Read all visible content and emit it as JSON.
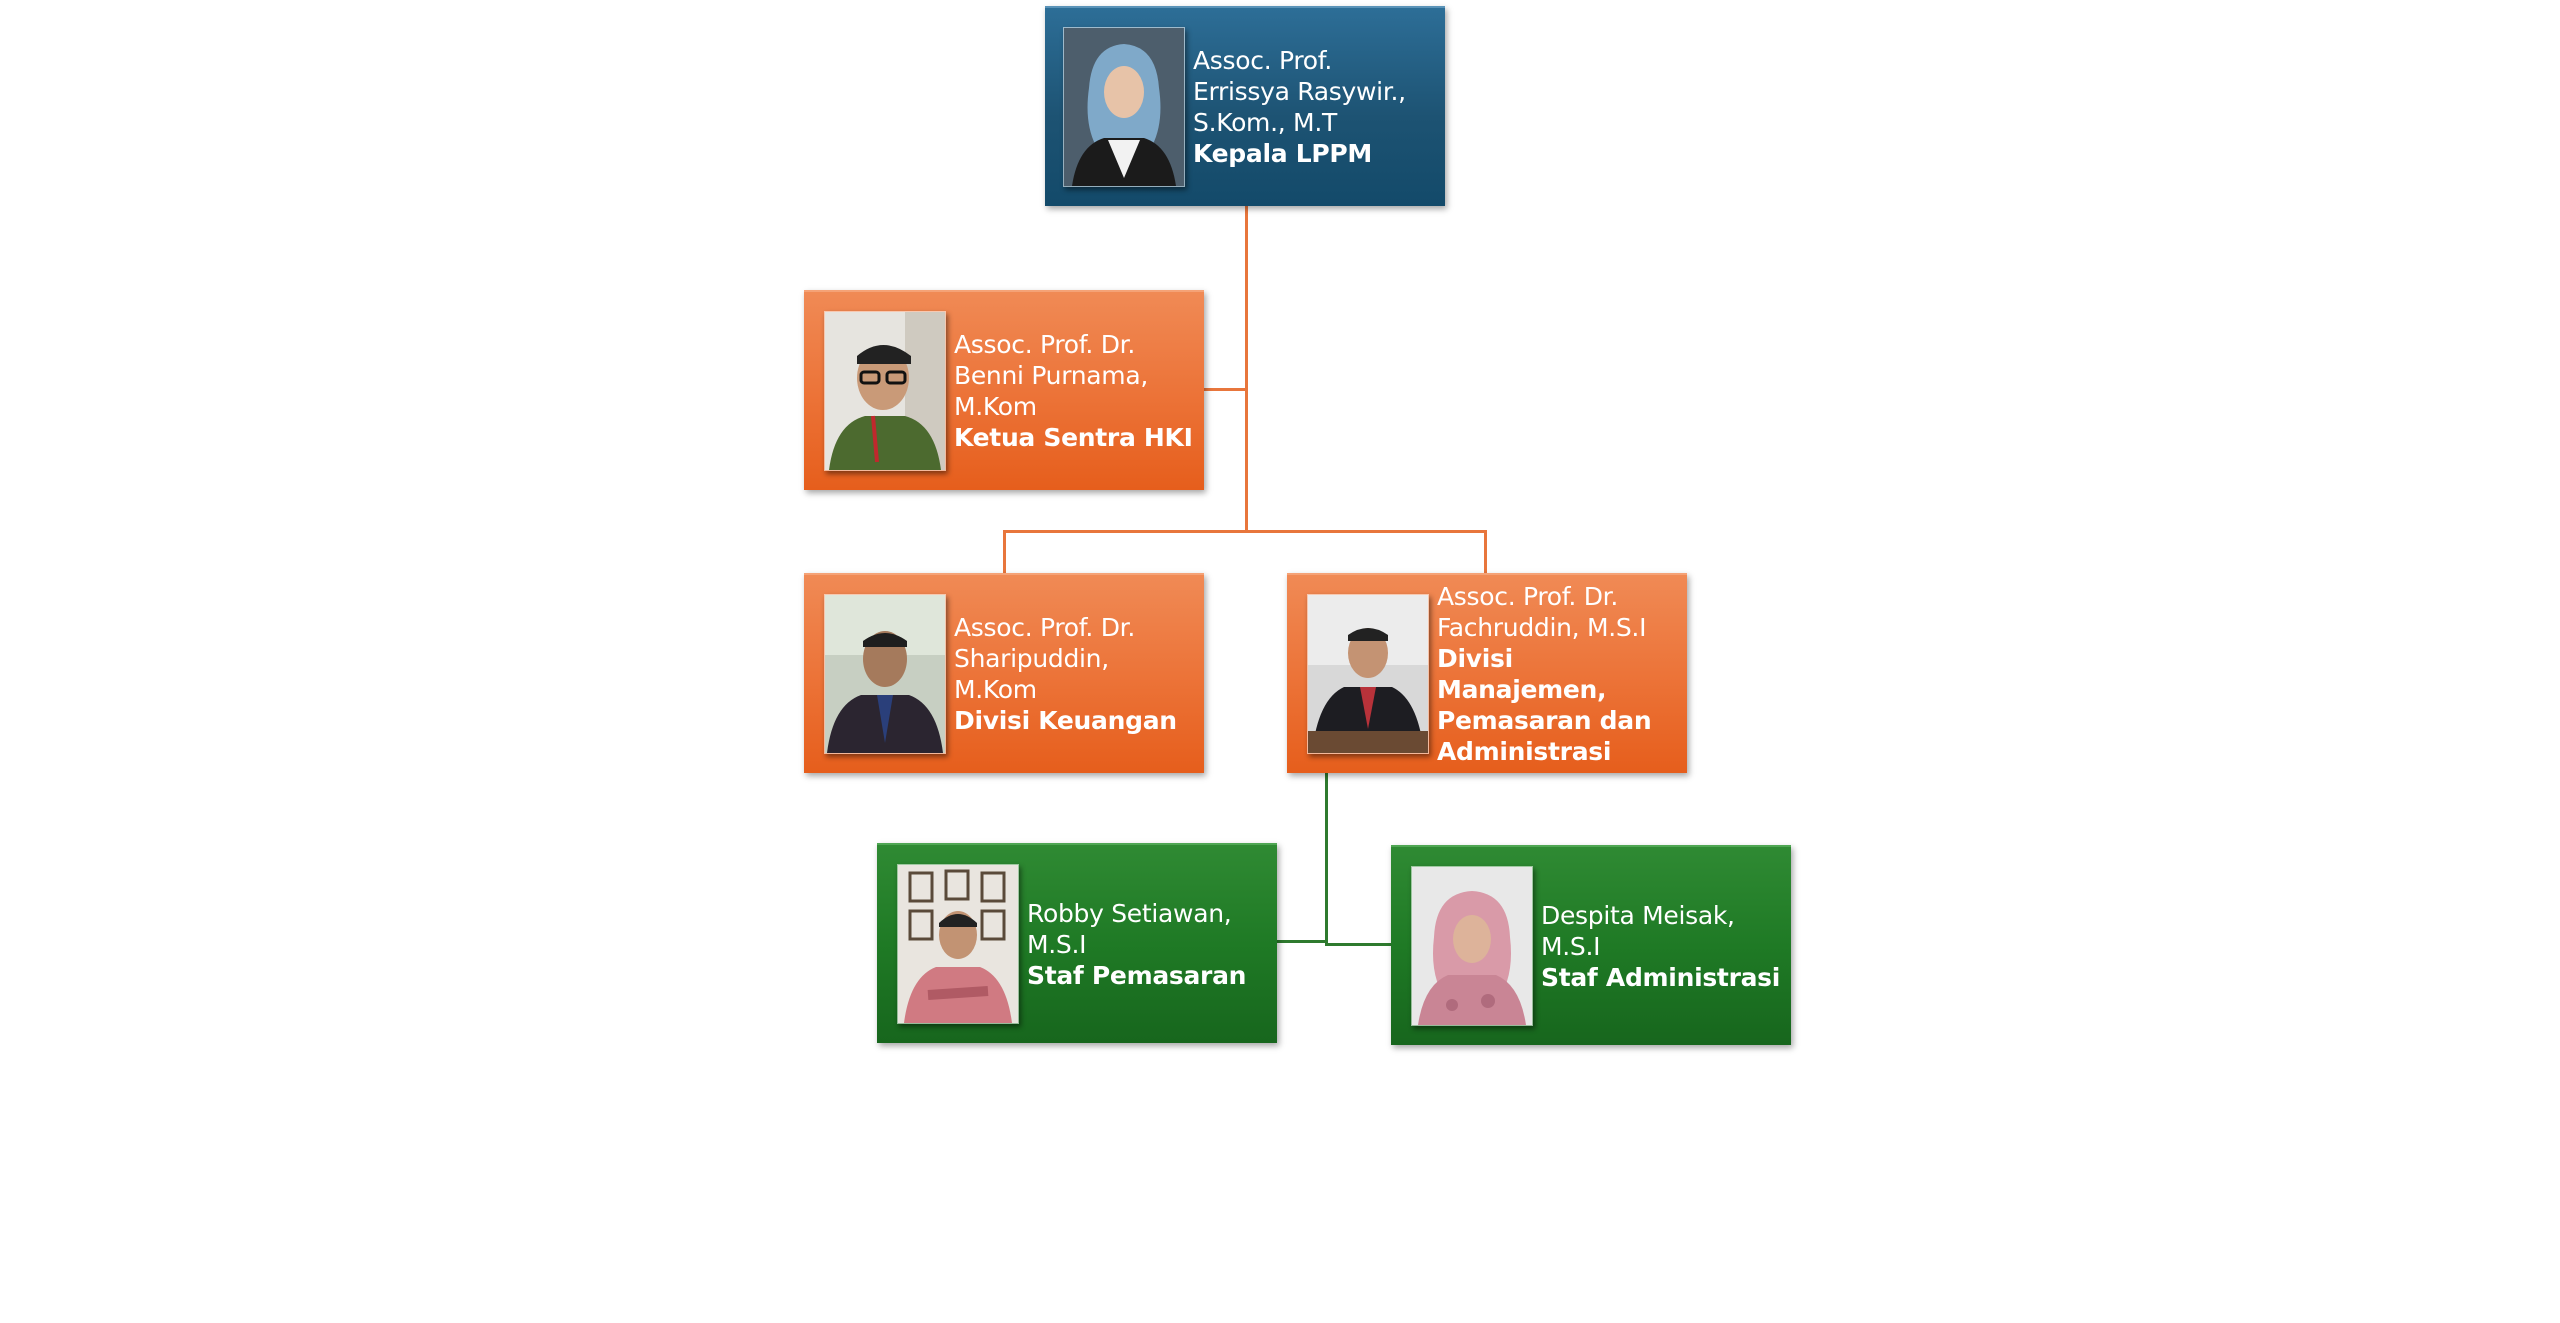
{
  "org_chart": {
    "head": {
      "name": "Assoc. Prof. Errissya Rasywir., S.Kom., M.T",
      "role": "Kepala LPPM"
    },
    "hki": {
      "name": "Assoc. Prof. Dr. Benni Purnama, M.Kom",
      "role": "Ketua Sentra HKI"
    },
    "keuangan": {
      "name": "Assoc. Prof. Dr. Sharipuddin, M.Kom",
      "role": "Divisi Keuangan"
    },
    "manajemen": {
      "name": "Assoc. Prof. Dr. Fachruddin, M.S.I",
      "role": "Divisi Manajemen, Pemasaran dan Administrasi"
    },
    "pemasaran": {
      "name": "Robby Setiawan, M.S.I",
      "role": "Staf Pemasaran"
    },
    "administrasi": {
      "name": "Despita Meisak, M.S.I",
      "role": "Staf Administrasi"
    },
    "colors": {
      "head": "#1D5373",
      "division": "#EC7439",
      "staff": "#1F7A25",
      "connector_orange": "#E8763C",
      "connector_green": "#2E7A2E"
    }
  }
}
